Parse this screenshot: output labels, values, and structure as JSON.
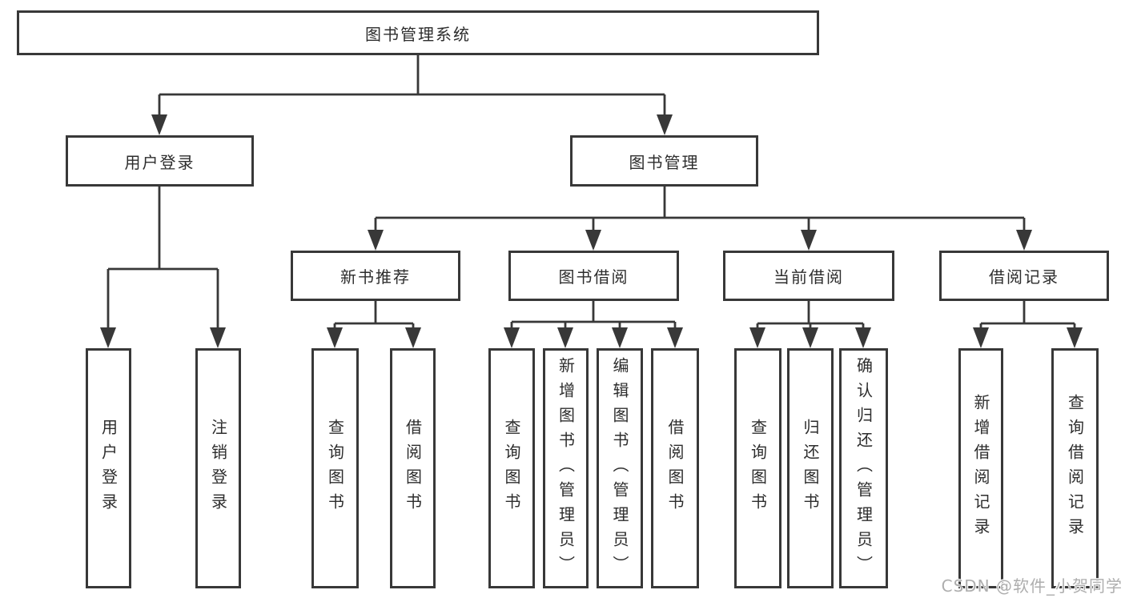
{
  "tree": {
    "root": "图书管理系统",
    "level2": [
      "用户登录",
      "图书管理"
    ],
    "level3": [
      "新书推荐",
      "图书借阅",
      "当前借阅",
      "借阅记录"
    ],
    "leaves": [
      "用户登录",
      "注销登录",
      "查询图书",
      "借阅图书",
      "查询图书",
      "新增图书（管理员）",
      "编辑图书（管理员）",
      "借阅图书",
      "查询图书",
      "归还图书",
      "确认归还（管理员）",
      "新增借阅记录",
      "查询借阅记录"
    ]
  },
  "watermark": "CSDN @软件_小贺同学",
  "colors": {
    "line": "#383838",
    "text": "#2d2d2d",
    "box_background": "#ffffff",
    "watermark": "#aeaeae"
  }
}
